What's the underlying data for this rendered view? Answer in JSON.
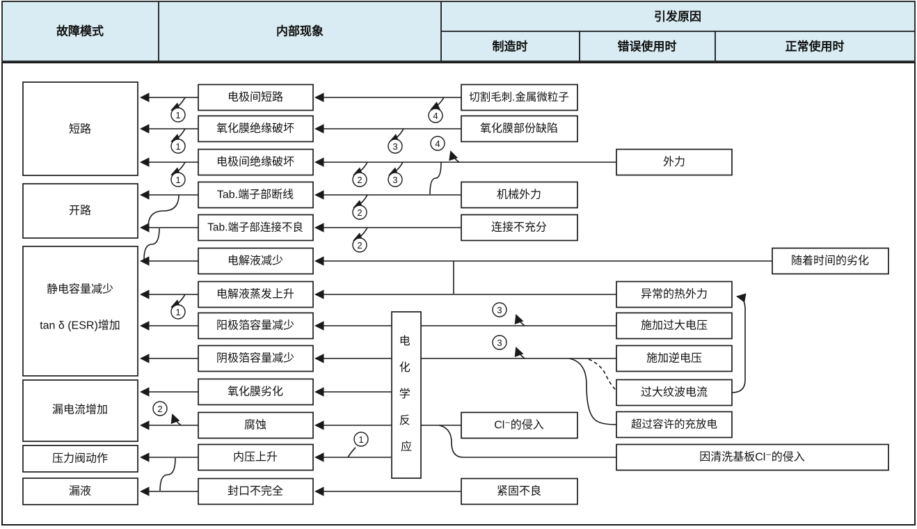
{
  "header": {
    "failure_mode": "故障模式",
    "internal_phenomenon": "内部现象",
    "trigger_cause": "引发原因",
    "at_manufacturing": "制造时",
    "at_misuse": "错误使用时",
    "at_normal_use": "正常使用时"
  },
  "failure_modes": {
    "short_circuit": "短路",
    "open_circuit": "开路",
    "capacitance_decrease": "静电容量减少",
    "esr_increase": "tan δ (ESR)增加",
    "leakage_current_increase": "漏电流增加",
    "pressure_valve_operation": "压力阀动作",
    "liquid_leakage": "漏液"
  },
  "phenomena": {
    "p1": "电极间短路",
    "p2": "氧化膜绝缘破坏",
    "p3": "电极间绝缘破坏",
    "p4": "Tab.端子部断线",
    "p5": "Tab.端子部连接不良",
    "p6": "电解液减少",
    "p7": "电解液蒸发上升",
    "p8": "阳极箔容量减少",
    "p9": "阴极箔容量减少",
    "p10": "氧化膜劣化",
    "p11": "腐蚀",
    "p12": "内压上升",
    "p13": "封口不完全"
  },
  "hub": "电化学反应",
  "causes": {
    "m1": "切割毛刺.金属微粒子",
    "m2": "氧化膜部份缺陷",
    "m3": "机械外力",
    "m4": "连接不充分",
    "m5": "Cl⁻的侵入",
    "m6": "紧固不良",
    "u1": "外力",
    "u2": "异常的热外力",
    "u3": "施加过大电压",
    "u4": "施加逆电压",
    "u5": "过大纹波电流",
    "u6": "超过容许的充放电",
    "u7": "因清洗基板Cl⁻的侵入",
    "n1": "随着时间的劣化"
  },
  "connectors": {
    "n1": "1",
    "n2": "2",
    "n3": "3",
    "n4": "4"
  },
  "colors": {
    "header_bg": "#d9ecf3",
    "line": "#1a1a1a"
  }
}
